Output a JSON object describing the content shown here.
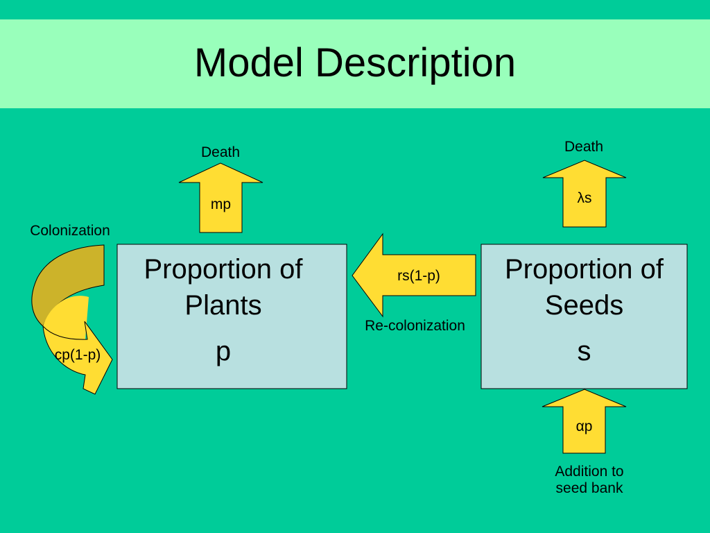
{
  "title": "Model Description",
  "colors": {
    "background": "#00cc99",
    "title_band": "#99ffbb",
    "box_fill": "#b8e0e0",
    "arrow_fill": "#ffdd33",
    "curved_arrow_fill": "#ccb32a"
  },
  "plants_box": {
    "label_line1": "Proportion of",
    "label_line2": "Plants",
    "symbol": "p"
  },
  "seeds_box": {
    "label_line1": "Proportion of",
    "label_line2": "Seeds",
    "symbol": "s"
  },
  "arrows": {
    "plant_death": {
      "caption": "Death",
      "rate": "mp"
    },
    "seed_death": {
      "caption": "Death",
      "rate": "λs"
    },
    "recolonization": {
      "caption": "Re-colonization",
      "rate": "rs(1-p)"
    },
    "colonization": {
      "caption": "Colonization",
      "rate": "cp(1-p)"
    },
    "seed_addition": {
      "caption_line1": "Addition to",
      "caption_line2": "seed bank",
      "rate": "αp"
    }
  }
}
